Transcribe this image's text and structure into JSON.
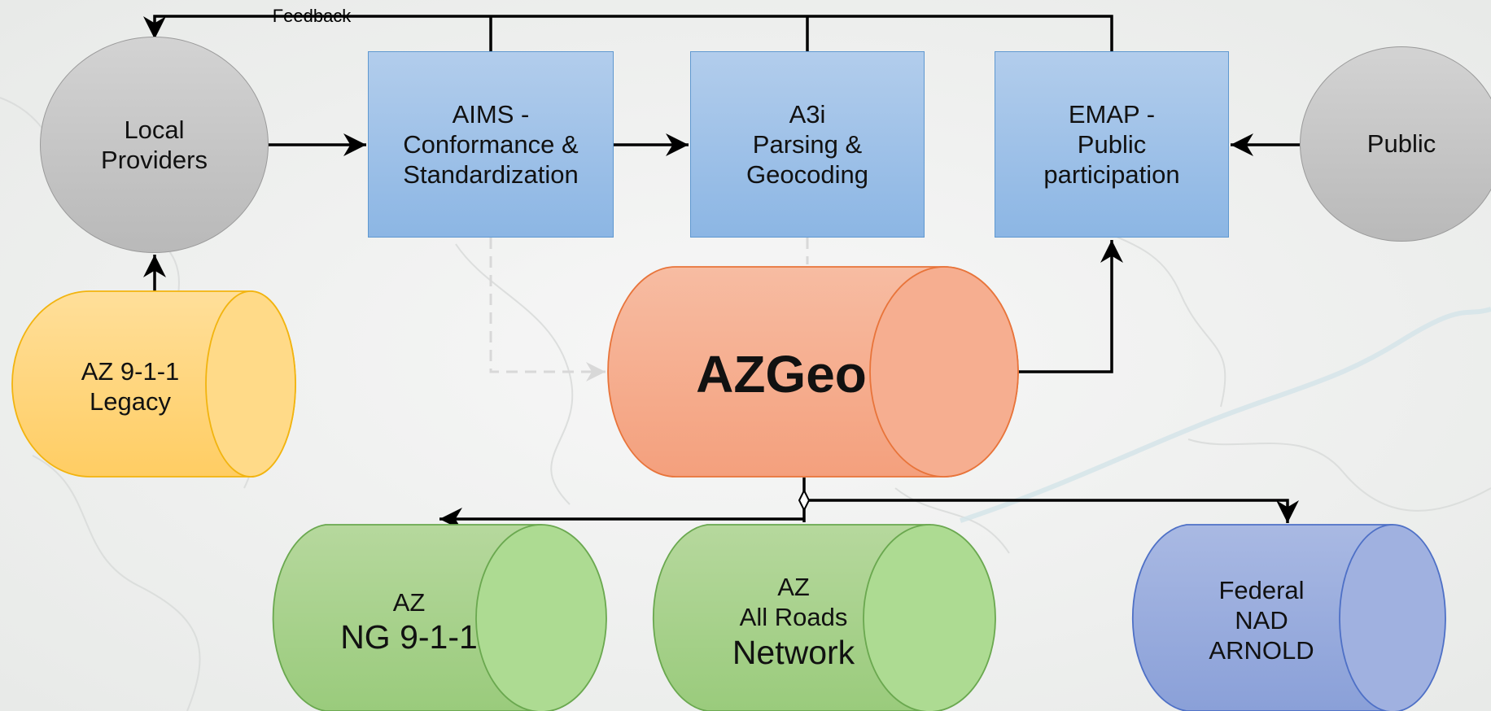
{
  "feedback_label": "Feedback",
  "nodes": {
    "local_providers": [
      "Local",
      "Providers"
    ],
    "aims": [
      "AIMS -",
      "Conformance &",
      "Standardization"
    ],
    "a3i": [
      "A3i",
      "Parsing &",
      "Geocoding"
    ],
    "emap": [
      "EMAP -",
      "Public",
      "participation"
    ],
    "public": [
      "Public"
    ],
    "az911_legacy": [
      "AZ 9-1-1",
      "Legacy"
    ],
    "azgeo": [
      "AZGeo"
    ],
    "ng911": {
      "top": "AZ",
      "main": "NG 9-1-1"
    },
    "all_roads": {
      "top": "AZ",
      "mid": "All Roads",
      "main": "Network"
    },
    "federal": [
      "Federal",
      "NAD",
      "ARNOLD"
    ]
  },
  "colors": {
    "gray_node": "#c4c4c4",
    "process_box": "#9fc1e9",
    "legacy_yellow": "#ffd57a",
    "azgeo_orange": "#f5ad8e",
    "green_db": "#a9d18e",
    "federal_blue": "#9aadde"
  }
}
